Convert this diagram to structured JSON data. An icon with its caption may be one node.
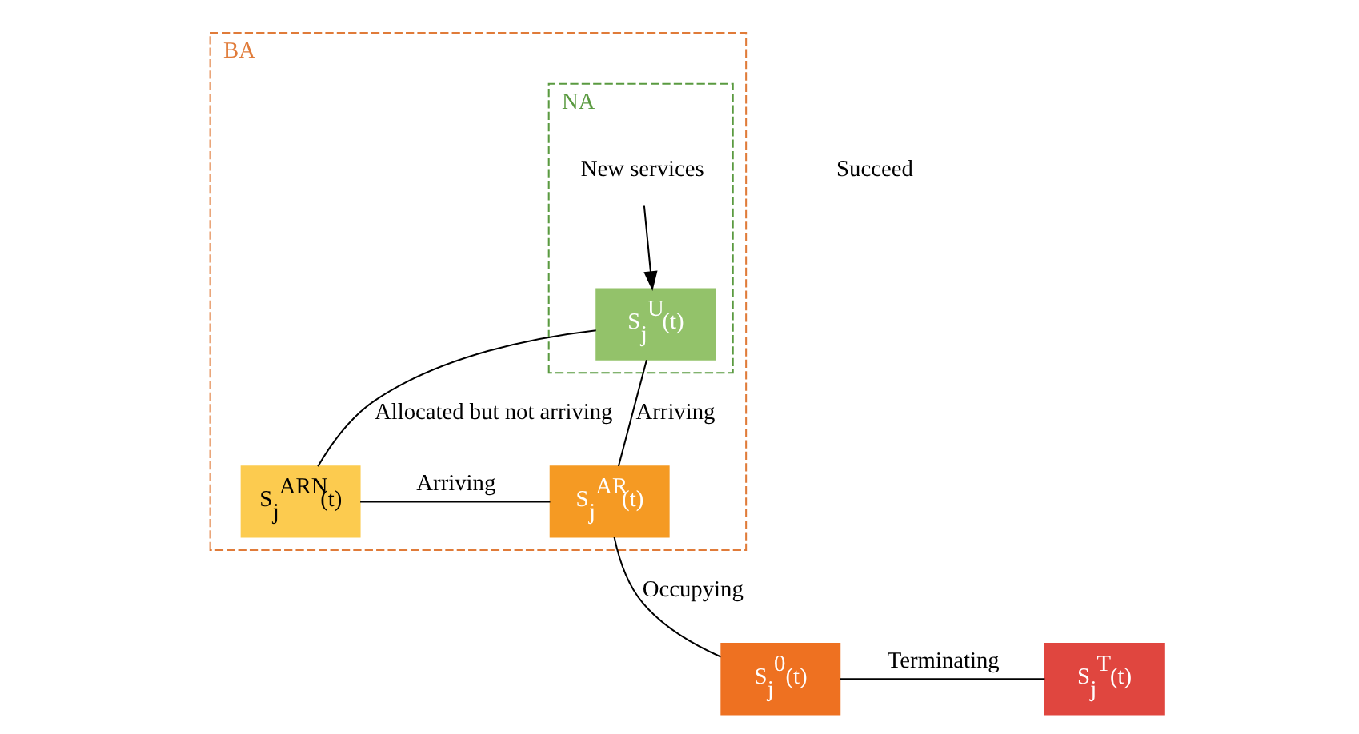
{
  "diagram": {
    "nodes": [
      {
        "text": [
          "BA"
        ]
      },
      {
        "text": [
          "NA"
        ],
        "in": 0
      },
      {
        "text": [
          "New services"
        ],
        "in": 1
      },
      {
        "text": [
          "S$_{j}$$^{U}$(t)"
        ],
        "in": 1
      },
      {
        "text": [
          "S$_{j}$$^{ARN}$(t)"
        ],
        "in": 0
      },
      {
        "text": [
          "S$_{j}$$^{AR}$(t)"
        ],
        "in": 0
      },
      {
        "text": [
          "S$_{j}$$^{0}$(t)"
        ]
      },
      {
        "text": [
          "S$_{j}$$^{T}$(t)"
        ]
      }
    ],
    "edges": [
      {
        "from": 2,
        "to": 3,
        "arrow": "to"
      },
      {
        "from": 3,
        "to": 4,
        "arrow": "none",
        "label": "Allocated but not arriving"
      },
      {
        "from": 3,
        "to": 5,
        "arrow": "none",
        "label": "Arriving"
      },
      {
        "from": 4,
        "to": 5,
        "arrow": "none",
        "label": "Arriving"
      },
      {
        "from": 5,
        "to": 6,
        "arrow": "none",
        "label": "Occupying"
      },
      {
        "from": 6,
        "to": 7,
        "arrow": "none",
        "label": "Terminating"
      }
    ],
    "labels": [
      "Succeed"
    ]
  }
}
